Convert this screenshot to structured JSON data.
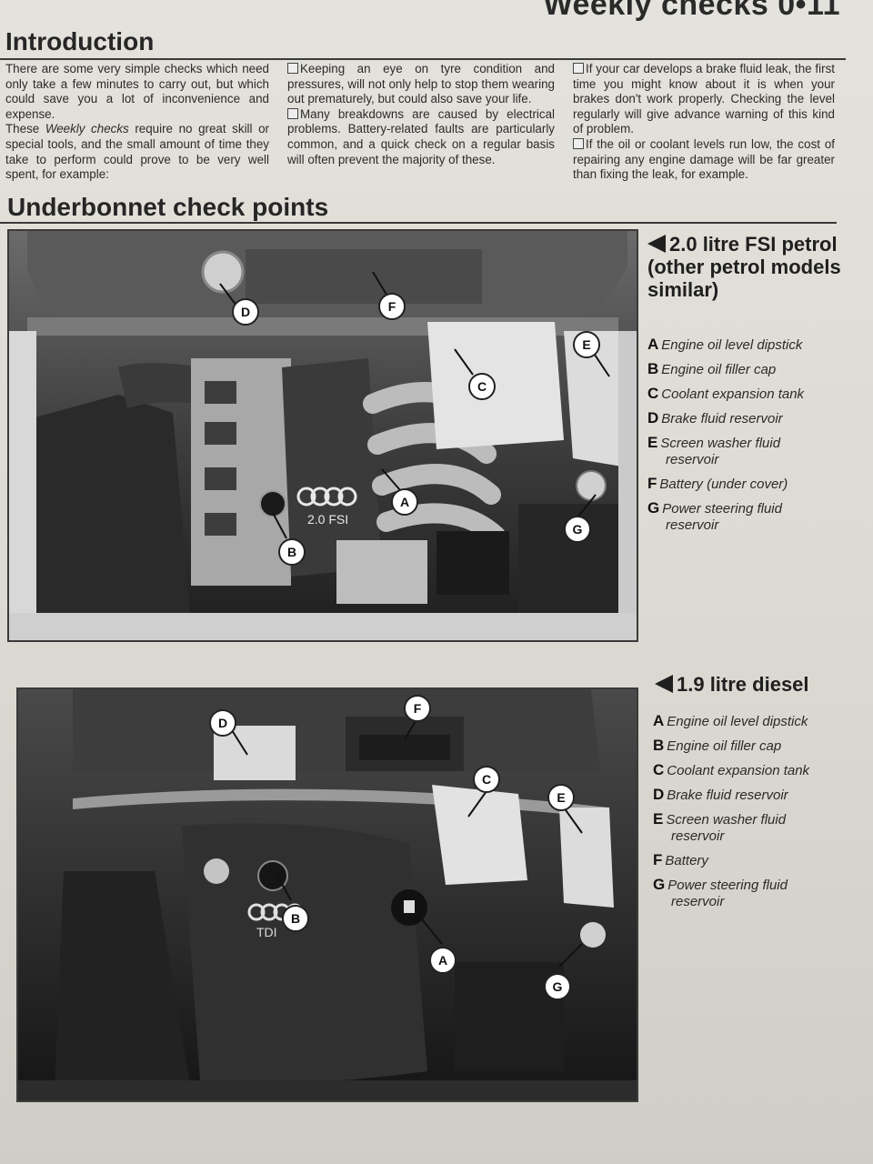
{
  "running_header": "Weekly checks 0•11",
  "intro": {
    "title": "Introduction",
    "col1_p1": "There are some very simple checks which need only take a few minutes to carry out, but which could save you a lot of inconvenience and expense.",
    "col1_p2_pre": "These ",
    "col1_p2_em": "Weekly checks",
    "col1_p2_post": " require no great skill or special tools, and the small amount of time they take to perform could prove to be very well spent, for example:",
    "col2_p1": "Keeping an eye on tyre condition and pressures, will not only help to stop them wearing out prematurely, but could also save your life.",
    "col2_p2": "Many breakdowns are caused by electrical problems. Battery-related faults are particularly common, and a quick check on a regular basis will often prevent the majority of these.",
    "col3_p1": "If your car develops a brake fluid leak, the first time you might know about it is when your brakes don't work properly. Checking the level regularly will give advance warning of this kind of problem.",
    "col3_p2": "If the oil or coolant levels run low, the cost of repairing any engine damage will be far greater than fixing the leak, for example."
  },
  "checkpoints": {
    "title": "Underbonnet check points",
    "fsi": {
      "title": "2.0 litre FSI petrol (other petrol models similar)",
      "engine_badge": "2.0 FSI",
      "items": [
        {
          "letter": "A",
          "text": "Engine oil level dipstick",
          "cont": ""
        },
        {
          "letter": "B",
          "text": "Engine oil filler cap",
          "cont": ""
        },
        {
          "letter": "C",
          "text": "Coolant expansion tank",
          "cont": ""
        },
        {
          "letter": "D",
          "text": "Brake fluid reservoir",
          "cont": ""
        },
        {
          "letter": "E",
          "text": "Screen washer fluid",
          "cont": "reservoir"
        },
        {
          "letter": "F",
          "text": "Battery (under cover)",
          "cont": ""
        },
        {
          "letter": "G",
          "text": "Power steering fluid",
          "cont": "reservoir"
        }
      ]
    },
    "tdi": {
      "title": "1.9 litre diesel",
      "engine_badge": "TDI",
      "items": [
        {
          "letter": "A",
          "text": "Engine oil level dipstick",
          "cont": ""
        },
        {
          "letter": "B",
          "text": "Engine oil filler cap",
          "cont": ""
        },
        {
          "letter": "C",
          "text": "Coolant expansion tank",
          "cont": ""
        },
        {
          "letter": "D",
          "text": "Brake fluid reservoir",
          "cont": ""
        },
        {
          "letter": "E",
          "text": "Screen washer fluid",
          "cont": "reservoir"
        },
        {
          "letter": "F",
          "text": "Battery",
          "cont": ""
        },
        {
          "letter": "G",
          "text": "Power steering fluid",
          "cont": "reservoir"
        }
      ]
    }
  },
  "callouts": {
    "A": "A",
    "B": "B",
    "C": "C",
    "D": "D",
    "E": "E",
    "F": "F",
    "G": "G"
  }
}
